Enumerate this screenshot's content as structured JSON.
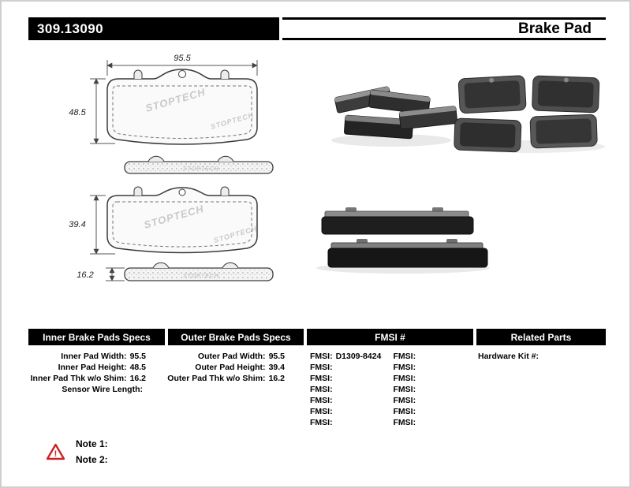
{
  "header": {
    "part_number": "309.13090",
    "product_name": "Brake Pad"
  },
  "diagram": {
    "watermark": "STOPTECH",
    "dims": {
      "inner_width": "95.5",
      "inner_height": "48.5",
      "outer_height": "39.4",
      "pad_thickness": "16.2"
    }
  },
  "specs": {
    "inner": {
      "title": "Inner Brake Pads Specs",
      "rows": [
        {
          "label": "Inner Pad Width:",
          "value": "95.5"
        },
        {
          "label": "Inner Pad Height:",
          "value": "48.5"
        },
        {
          "label": "Inner Pad Thk w/o Shim:",
          "value": "16.2"
        },
        {
          "label": "Sensor Wire Length:",
          "value": ""
        }
      ]
    },
    "outer": {
      "title": "Outer Brake Pads Specs",
      "rows": [
        {
          "label": "Outer Pad Width:",
          "value": "95.5"
        },
        {
          "label": "Outer Pad Height:",
          "value": "39.4"
        },
        {
          "label": "Outer Pad Thk w/o Shim:",
          "value": "16.2"
        }
      ]
    },
    "fmsi": {
      "title": "FMSI #",
      "left": [
        {
          "label": "FMSI:",
          "value": "D1309-8424"
        },
        {
          "label": "FMSI:",
          "value": ""
        },
        {
          "label": "FMSI:",
          "value": ""
        },
        {
          "label": "FMSI:",
          "value": ""
        },
        {
          "label": "FMSI:",
          "value": ""
        },
        {
          "label": "FMSI:",
          "value": ""
        },
        {
          "label": "FMSI:",
          "value": ""
        }
      ],
      "right": [
        {
          "label": "FMSI:",
          "value": ""
        },
        {
          "label": "FMSI:",
          "value": ""
        },
        {
          "label": "FMSI:",
          "value": ""
        },
        {
          "label": "FMSI:",
          "value": ""
        },
        {
          "label": "FMSI:",
          "value": ""
        },
        {
          "label": "FMSI:",
          "value": ""
        },
        {
          "label": "FMSI:",
          "value": ""
        }
      ]
    },
    "related": {
      "title": "Related Parts",
      "rows": [
        {
          "label": "Hardware Kit #:",
          "value": ""
        }
      ]
    }
  },
  "notes": {
    "note1_label": "Note 1:",
    "note2_label": "Note 2:",
    "warning_icon": "!"
  }
}
